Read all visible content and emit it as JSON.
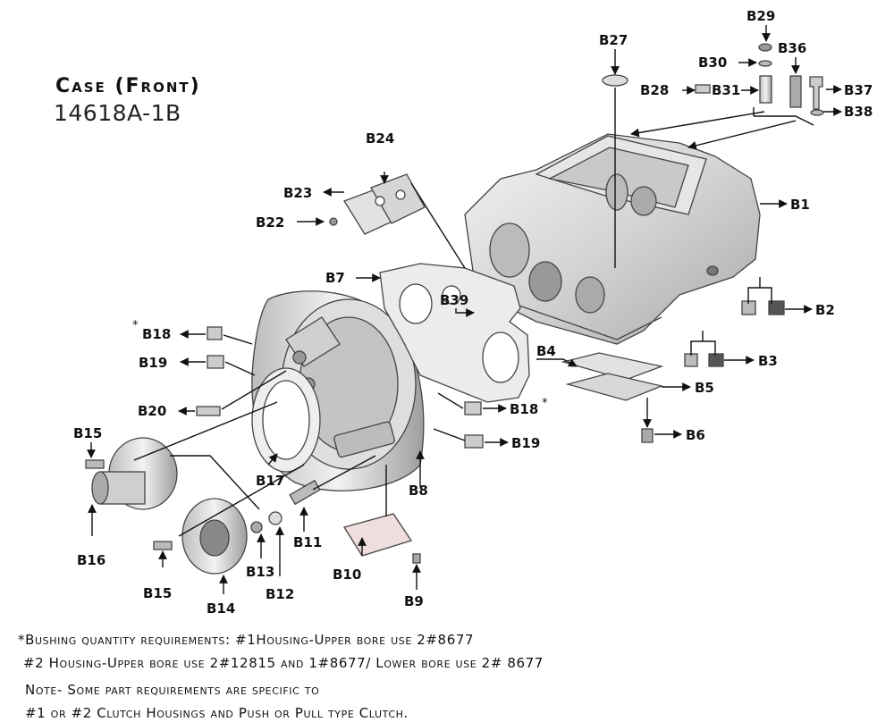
{
  "title": "Case (Front)",
  "part_number": "14618A-1B",
  "labels": {
    "B1": "B1",
    "B2": "B2",
    "B3": "B3",
    "B4": "B4",
    "B5": "B5",
    "B6": "B6",
    "B7": "B7",
    "B8": "B8",
    "B9": "B9",
    "B10": "B10",
    "B11": "B11",
    "B12": "B12",
    "B13": "B13",
    "B14": "B14",
    "B15a": "B15",
    "B15b": "B15",
    "B16": "B16",
    "B17": "B17",
    "B18a": "B18",
    "B18b": "B18",
    "B19a": "B19",
    "B19b": "B19",
    "B20": "B20",
    "B22": "B22",
    "B23": "B23",
    "B24": "B24",
    "B27": "B27",
    "B28": "B28",
    "B29": "B29",
    "B30": "B30",
    "B31": "B31",
    "B36": "B36",
    "B37": "B37",
    "B38": "B38",
    "B39": "B39"
  },
  "asterisk": "*",
  "notes": {
    "line1": "*Bushing quantity requirements: #1Housing-Upper bore use 2#8677",
    "line2": "#2 Housing-Upper bore use 2#12815 and 1#8677/ Lower bore use 2# 8677",
    "line3": "Note- Some part requirements are specific to",
    "line4": "#1 or #2 Clutch Housings and Push or Pull type Clutch."
  }
}
